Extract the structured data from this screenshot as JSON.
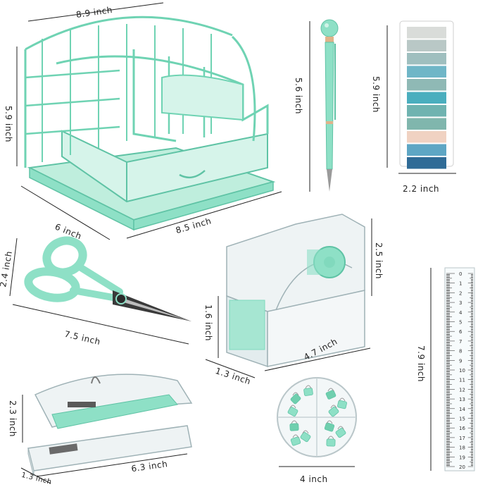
{
  "colors": {
    "mint": "#8ee0c6",
    "mint_dark": "#5fc3a5",
    "acrylic": "#e7eef0",
    "ink": "#222222"
  },
  "dimensions": {
    "organizer_width": "8.9 inch",
    "organizer_height": "5.9 inch",
    "organizer_depth": "6 inch",
    "organizer_base": "8.5 inch",
    "pen_length": "5.6 inch",
    "flags_height": "5.9 inch",
    "flags_width": "2.2 inch",
    "scissors_height": "2.4 inch",
    "scissors_length": "7.5 inch",
    "dispenser_height": "2.5 inch",
    "dispenser_base_height": "1.6 inch",
    "dispenser_depth": "1.3 inch",
    "dispenser_length": "4.7 inch",
    "ruler_length": "7.9 inch",
    "stapler_height": "2.3 inch",
    "stapler_length": "6.3 inch",
    "stapler_depth": "1.3 inch",
    "clips_width": "4 inch"
  },
  "flag_colors": [
    "#d9dcd9",
    "#b9c8c6",
    "#9fbfbf",
    "#6fb6c7",
    "#8fb9b5",
    "#4aaebe",
    "#6fb3b0",
    "#80b6ad",
    "#f0d2c2",
    "#5ea6c4",
    "#2f6b96"
  ],
  "ruler_numbers": [
    "0",
    "1",
    "2",
    "3",
    "4",
    "5",
    "6",
    "7",
    "8",
    "9",
    "10",
    "11",
    "12",
    "13",
    "14",
    "15",
    "16",
    "17",
    "18",
    "19",
    "20"
  ]
}
